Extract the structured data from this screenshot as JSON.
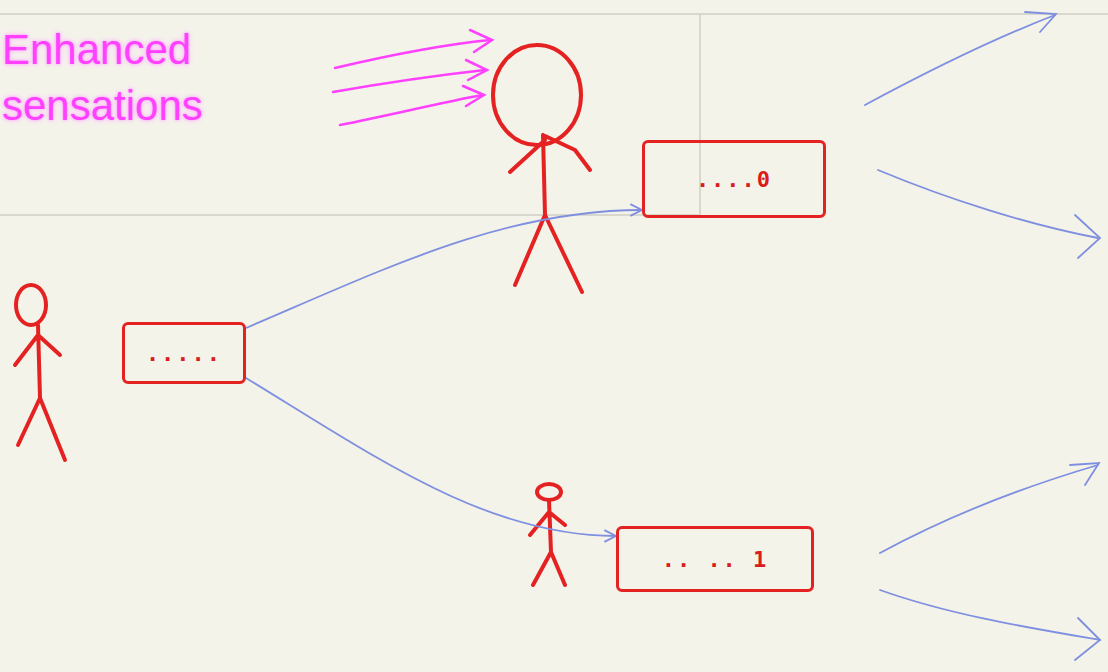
{
  "diagram": {
    "nodes": [
      {
        "text": [
          "....."
        ]
      },
      {
        "text": [
          "....0"
        ]
      },
      {
        "text": [
          ".. .. 1"
        ]
      }
    ],
    "edges": [
      {
        "from": 0,
        "to": 1,
        "arrow": "to"
      },
      {
        "from": 0,
        "to": 2,
        "arrow": "to"
      }
    ],
    "labels": [
      "Enhanced sensations"
    ]
  }
}
